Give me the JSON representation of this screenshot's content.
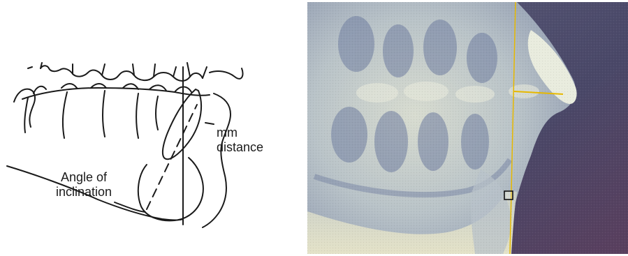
{
  "left_diagram": {
    "labels": {
      "angle_line1": "Angle of",
      "angle_line2": "inclination",
      "mm_line1": "mm",
      "mm_line2": "distance"
    },
    "line_color": "#1a1a1a"
  },
  "right_image": {
    "description_colors": {
      "bone": "#dcdcc8",
      "background": "#4a4a6e",
      "measurement_line": "#e6b800",
      "marker_box": "#111111"
    }
  }
}
